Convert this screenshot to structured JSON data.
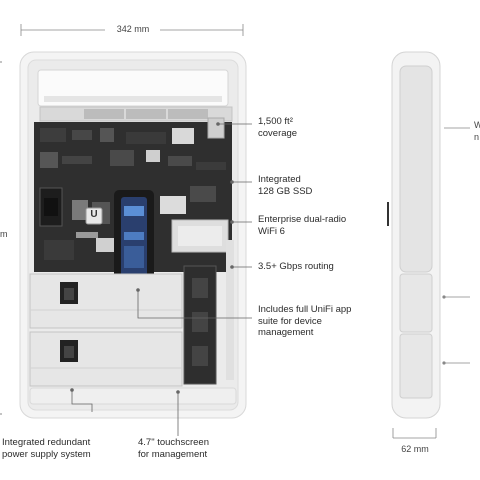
{
  "dimensions": {
    "width_label": "342 mm",
    "depth_label": "62 mm"
  },
  "callouts_right": [
    {
      "line1": "1,500 ft²",
      "line2": "coverage"
    },
    {
      "line1": "Integrated",
      "line2": "128 GB SSD"
    },
    {
      "line1": "Enterprise dual-radio",
      "line2": "WiFi 6"
    },
    {
      "line1": "3.5+ Gbps routing",
      "line2": ""
    },
    {
      "line1": "Includes full UniFi app",
      "line2": "suite for device",
      "line3": "management"
    }
  ],
  "callouts_bottom": [
    {
      "line1": "Integrated redundant",
      "line2": "power supply system"
    },
    {
      "line1": "4.7\" touchscreen",
      "line2": "for management"
    }
  ],
  "cutoff_labels": {
    "left_mid": "m",
    "right_top_1": "W",
    "right_top_2": "n"
  },
  "device": {
    "logo_text": "U",
    "colors": {
      "chassis": "#f3f3f3",
      "board": "#2e2e2e",
      "screen": "#2a3f6e",
      "psu": "#e6e6e6"
    }
  }
}
